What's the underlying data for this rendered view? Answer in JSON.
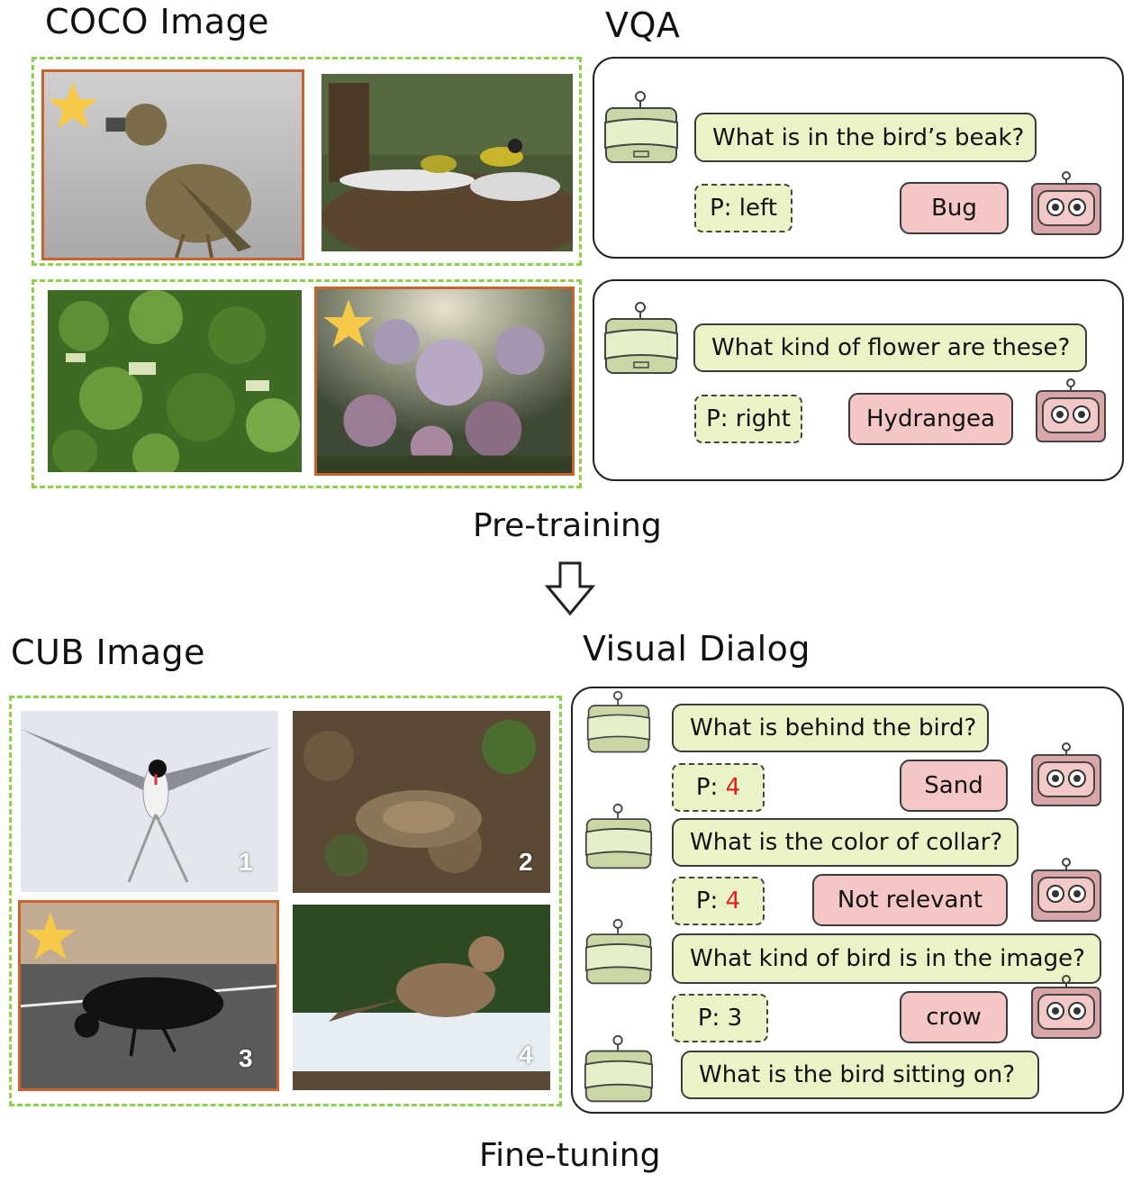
{
  "top": {
    "left_title": "COCO Image",
    "right_title": "VQA",
    "stage_label": "Pre-training",
    "dialogs": [
      {
        "question": "What is in the bird’s beak?",
        "position": "P: left",
        "answer": "Bug"
      },
      {
        "question": "What kind of flower are these?",
        "position": "P: right",
        "answer": "Hydrangea"
      }
    ]
  },
  "bottom": {
    "left_title": "CUB Image",
    "right_title": "Visual Dialog",
    "stage_label": "Fine-tuning",
    "image_numbers": [
      "1",
      "2",
      "3",
      "4"
    ],
    "turns": [
      {
        "question": "What is behind the bird?",
        "p_prefix": "P: ",
        "p_value": "4",
        "answer": "Sand"
      },
      {
        "question": "What is the color of collar?",
        "p_prefix": "P: ",
        "p_value": "4",
        "answer": "Not relevant"
      },
      {
        "question": "What kind of bird is in the image?",
        "p_prefix": "P: ",
        "p_value": "3",
        "answer": "crow"
      },
      {
        "question": "What is the bird sitting on?"
      }
    ]
  },
  "icons": {
    "star": "star-icon",
    "questioner": "questioner-robot-icon",
    "answerer": "answerer-robot-icon",
    "arrow": "down-arrow-icon"
  },
  "colors": {
    "group_border": "#8cd34b",
    "selected_border": "#c5652d",
    "question_fill": "#e9f3c6",
    "answer_fill": "#f4c6c6",
    "star": "#f7c948",
    "highlight_text": "#e0201e"
  }
}
